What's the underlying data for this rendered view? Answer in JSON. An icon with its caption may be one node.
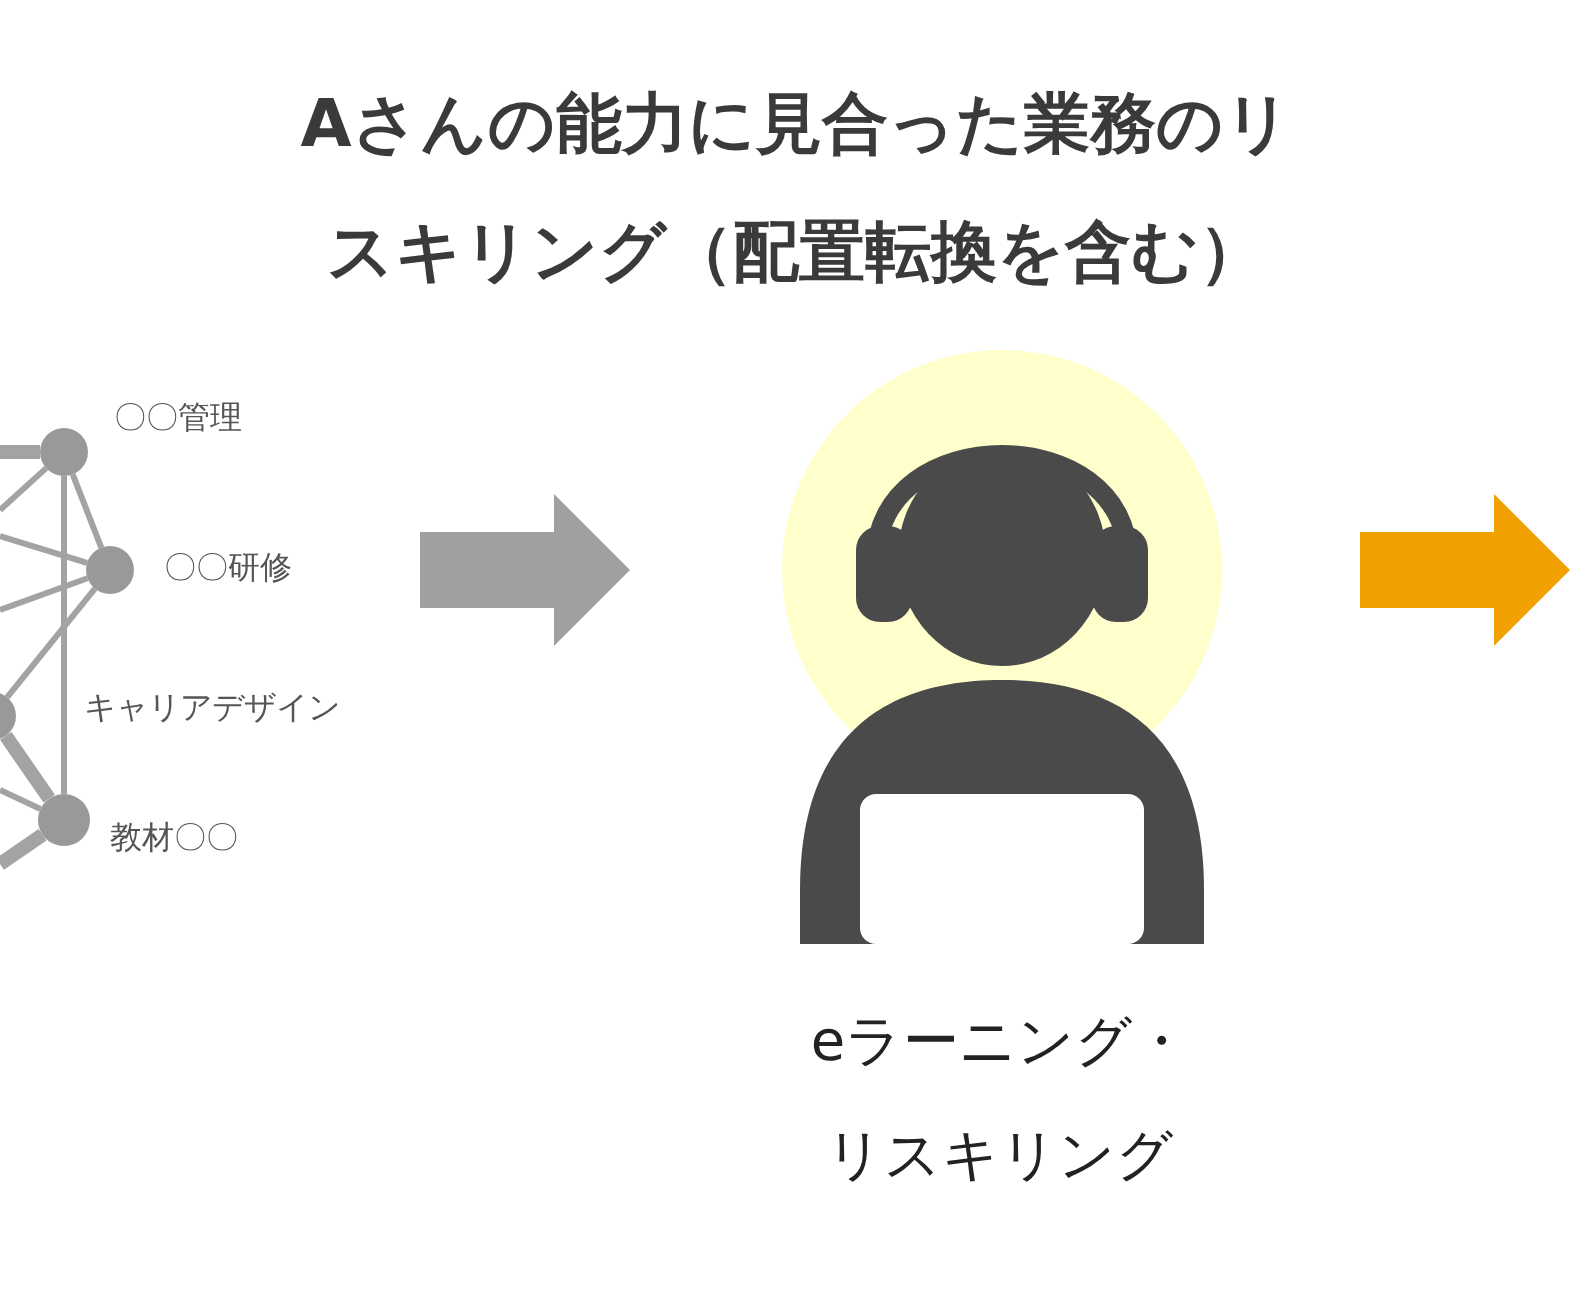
{
  "diagram": {
    "title": "Aさんの能力に見合った業務のリスキリング（配置転換を含む）",
    "nodes": [
      {
        "text": [],
        "shape": "circle",
        "beside": [
          "〇〇管理"
        ]
      },
      {
        "text": [],
        "shape": "circle",
        "beside": [
          "〇〇研修"
        ]
      },
      {
        "text": [],
        "shape": "circle",
        "beside": [
          "キャリアデザイン"
        ]
      },
      {
        "text": [],
        "shape": "circle",
        "beside": [
          "教材〇〇"
        ]
      },
      {
        "text": [],
        "shape": "person",
        "beside": [
          "eラーニング・リスキリング"
        ]
      }
    ],
    "edges": [
      {
        "from": null,
        "to": 0,
        "arrow": "none",
        "style": "thick"
      },
      {
        "from": null,
        "to": 0,
        "arrow": "none"
      },
      {
        "from": 0,
        "to": 1,
        "arrow": "none"
      },
      {
        "from": 0,
        "to": 3,
        "arrow": "none"
      },
      {
        "from": null,
        "to": 1,
        "arrow": "none"
      },
      {
        "from": null,
        "to": 1,
        "arrow": "none"
      },
      {
        "from": 2,
        "to": 1,
        "arrow": "none"
      },
      {
        "from": 2,
        "to": 3,
        "arrow": "none",
        "style": "thick"
      },
      {
        "from": null,
        "to": 3,
        "arrow": "none"
      },
      {
        "from": null,
        "to": 3,
        "arrow": "none",
        "style": "thick"
      }
    ]
  }
}
